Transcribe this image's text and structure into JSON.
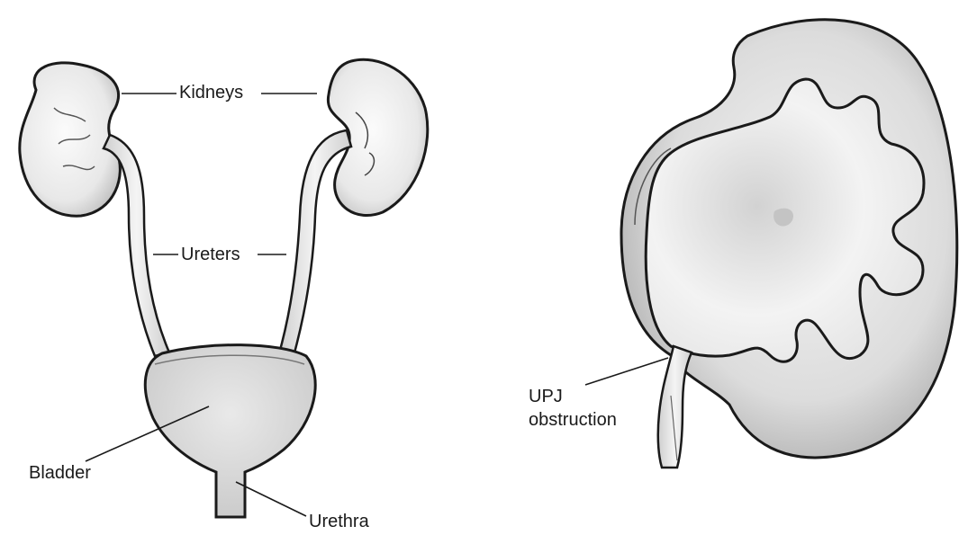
{
  "labels": {
    "kidneys": "Kidneys",
    "ureters": "Ureters",
    "bladder": "Bladder",
    "urethra": "Urethra",
    "upj_line1": "UPJ",
    "upj_line2": "obstruction"
  },
  "colors": {
    "ink": "#1a1a1a",
    "tissue_light": "#e6e6e6",
    "tissue_mid": "#c8c8c8",
    "tissue_dark": "#8a8a8a",
    "background": "#ffffff"
  }
}
